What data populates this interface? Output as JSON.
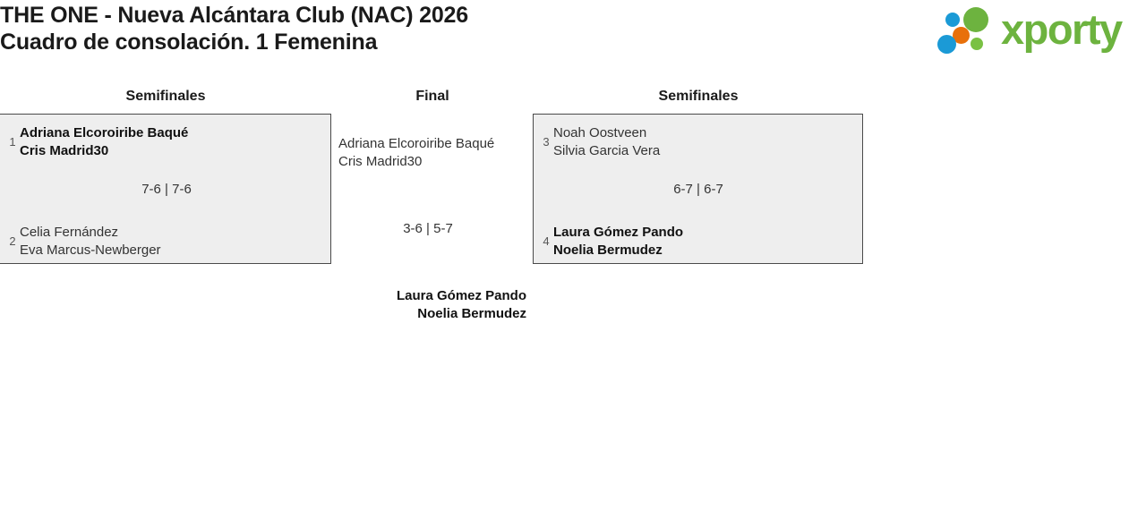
{
  "header": {
    "title_line1": "THE ONE - Nueva Alcántara Club (NAC) 2026",
    "title_line2": "Cuadro de consolación. 1 Femenina",
    "logo_wordmark": "xporty",
    "logo_colors": {
      "green": "#6db33f",
      "blue": "#1b9ad6",
      "orange": "#e8700a"
    }
  },
  "bracket": {
    "colors": {
      "box_fill": "#eeeeee",
      "box_border": "#4a4a4a",
      "text": "#1a1a1a",
      "seed": "#555555"
    },
    "rounds": [
      {
        "key": "left_semi",
        "label": "Semifinales"
      },
      {
        "key": "final",
        "label": "Final"
      },
      {
        "key": "right_semi",
        "label": "Semifinales"
      }
    ],
    "matches": {
      "left_semi": {
        "top": {
          "seed": "1",
          "player1": "Adriana Elcoroiribe Baqué",
          "player2": "Cris Madrid30",
          "result": "winner"
        },
        "bottom": {
          "seed": "2",
          "player1": "Celia Fernández",
          "player2": "Eva Marcus-Newberger",
          "result": "loser"
        },
        "score": "7-6 | 7-6"
      },
      "right_semi": {
        "top": {
          "seed": "3",
          "player1": "Noah Oostveen",
          "player2": "Silvia Garcia Vera",
          "result": "loser"
        },
        "bottom": {
          "seed": "4",
          "player1": "Laura Gómez Pando",
          "player2": "Noelia Bermudez",
          "result": "winner"
        },
        "score": "6-7 | 6-7"
      },
      "final": {
        "top": {
          "seed": "",
          "player1": "Adriana Elcoroiribe Baqué",
          "player2": "Cris Madrid30",
          "result": "loser"
        },
        "bottom": {
          "seed": "",
          "player1": "Laura Gómez Pando",
          "player2": "Noelia Bermudez",
          "result": "winner"
        },
        "score": "3-6 | 5-7"
      }
    }
  }
}
